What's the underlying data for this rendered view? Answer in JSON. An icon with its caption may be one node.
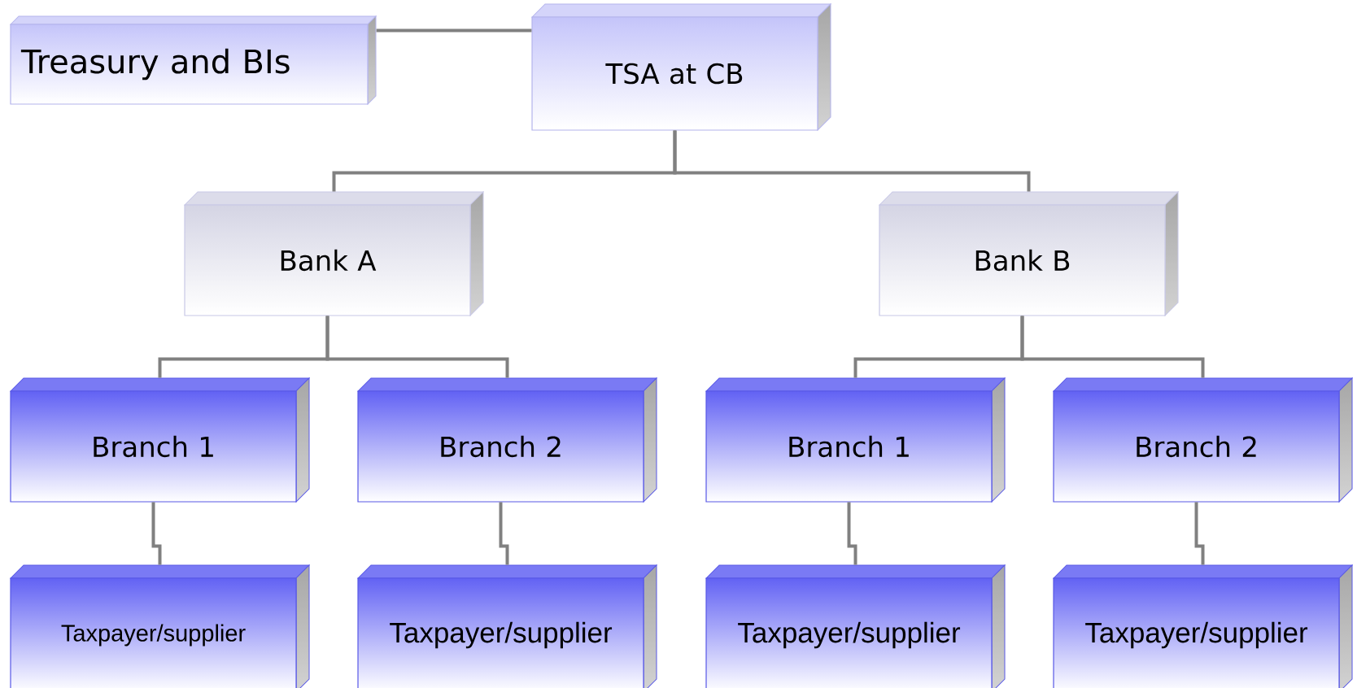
{
  "diagram": {
    "nodes": [
      {
        "text": [
          "Treasury and BIs"
        ]
      },
      {
        "text": [
          "TSA at CB"
        ]
      },
      {
        "text": [
          "Bank A"
        ]
      },
      {
        "text": [
          "Bank B"
        ]
      },
      {
        "text": [
          "Branch 1"
        ]
      },
      {
        "text": [
          "Branch 2"
        ]
      },
      {
        "text": [
          "Branch 1"
        ]
      },
      {
        "text": [
          "Branch 2"
        ]
      },
      {
        "text": [
          "Taxpayer/supplier"
        ]
      },
      {
        "text": [
          "Taxpayer/supplier"
        ]
      },
      {
        "text": [
          "Taxpayer/supplier"
        ]
      },
      {
        "text": [
          "Taxpayer/supplier"
        ]
      }
    ],
    "edges": [
      {
        "from": 0,
        "to": 1,
        "arrow": "none"
      },
      {
        "from": 1,
        "to": 2,
        "arrow": "none"
      },
      {
        "from": 1,
        "to": 3,
        "arrow": "none"
      },
      {
        "from": 2,
        "to": 4,
        "arrow": "none"
      },
      {
        "from": 2,
        "to": 5,
        "arrow": "none"
      },
      {
        "from": 3,
        "to": 6,
        "arrow": "none"
      },
      {
        "from": 3,
        "to": 7,
        "arrow": "none"
      },
      {
        "from": 4,
        "to": 8,
        "arrow": "none"
      },
      {
        "from": 5,
        "to": 9,
        "arrow": "none"
      },
      {
        "from": 6,
        "to": 10,
        "arrow": "none"
      },
      {
        "from": 7,
        "to": 11,
        "arrow": "none"
      }
    ]
  }
}
